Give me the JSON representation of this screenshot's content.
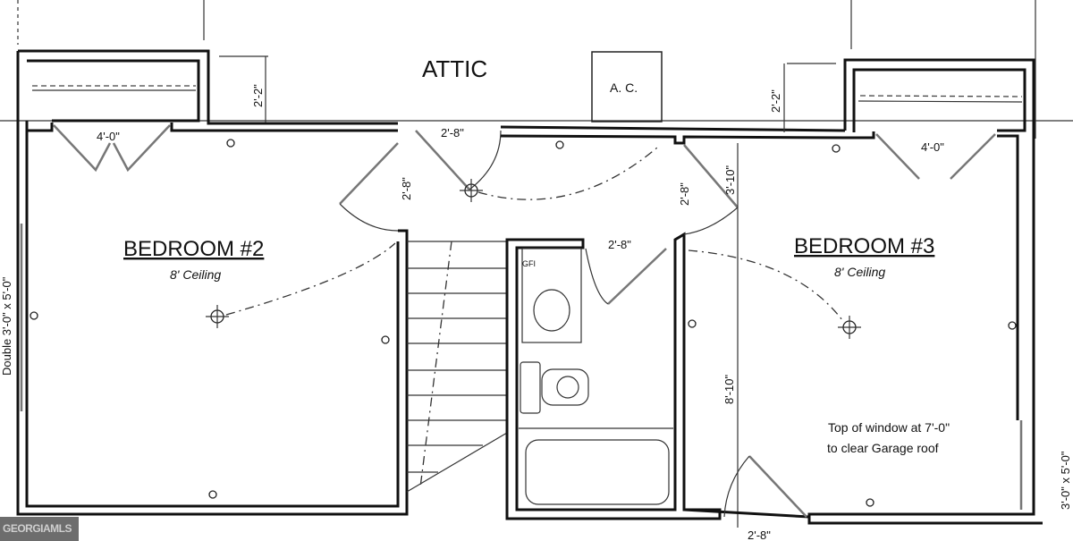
{
  "plan": {
    "attic_label": "ATTIC",
    "ac_label": "A. C.",
    "rooms": [
      {
        "name": "BEDROOM #2",
        "ceiling": "8' Ceiling"
      },
      {
        "name": "BEDROOM #3",
        "ceiling": "8' Ceiling"
      }
    ],
    "dimensions": {
      "closet_left_depth": "2'-2\"",
      "closet_right_depth": "2'-2\"",
      "closet_left_door": "4'-0\"",
      "closet_right_door": "4'-0\"",
      "attic_door": "2'-8\"",
      "bed2_door": "2'-8\"",
      "bed3_door": "2'-8\"",
      "bath_door": "2'-8\"",
      "hall_width": "3'-10\"",
      "hall_length": "8'-10\"",
      "bottom_door": "2'-8\"",
      "left_window": "Double 3'-0\" x 5'-0\"",
      "right_window": "3'-0\" x 5'-0\""
    },
    "note_line1": "Top of window at 7'-0\"",
    "note_line2": "to clear Garage roof",
    "bath_outlet_label": "GFI"
  },
  "watermark": "GEORGIAMLS"
}
